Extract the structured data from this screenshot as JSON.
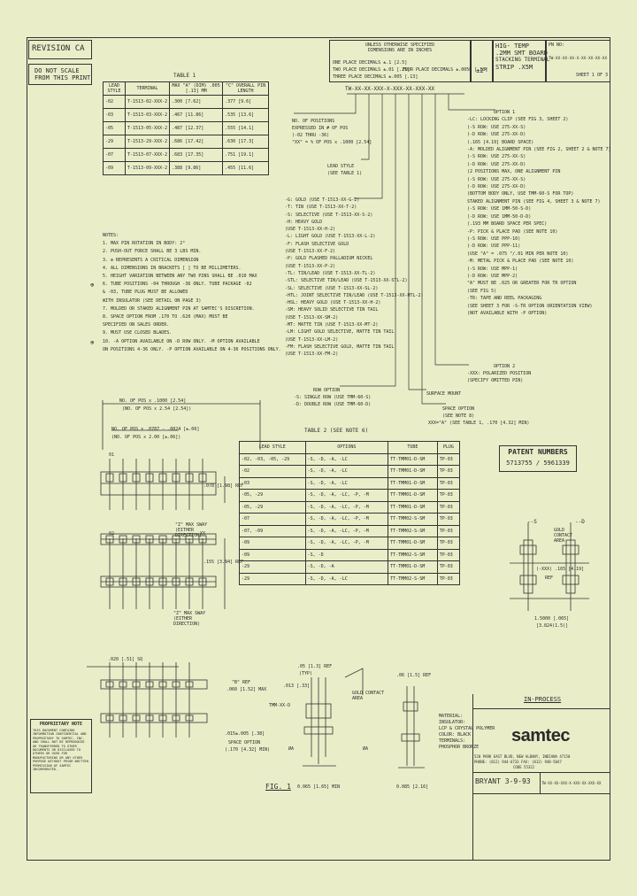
{
  "revision": "REVISION CA",
  "scale_note": [
    "DO NOT SCALE",
    "FROM THIS PRINT"
  ],
  "tolerance": {
    "header_line1": "UNLESS OTHERWISE SPECIFIED",
    "header_line2": "DIMENSIONS ARE IN INCHES",
    "lines": [
      "ONE PLACE DECIMALS ±.1 [2.5]",
      "TWO PLACE DECIMALS ±.01 [.25]",
      "THREE PLACE DECIMALS ±.005 [.13]",
      "FOUR PLACE DECIMALS ±.0050 [.13]"
    ],
    "angle": "±2°"
  },
  "title": {
    "lines": [
      "HIG- TEMP",
      ".2MM SMT BOARD",
      "STACKING TERMINAL",
      "STRIP .X5M"
    ],
    "pn_label": "PN NO:",
    "pn": "TW-XX-XX-XX-X-XX-XX-XX-XX",
    "sheet": "SHEET 1 OF 3"
  },
  "table1": {
    "title": "TABLE 1",
    "headers": [
      "LEAD STYLE",
      "TERMINAL",
      "MAX \"A\" (DIM) .005 [.13] MM",
      "\"C\" OVERALL PIN LENGTH"
    ],
    "rows": [
      [
        "-02",
        "T-1513-02-XXX-2",
        ".300 [7.62]",
        ".377 [9.6]"
      ],
      [
        "-03",
        "T-1513-03-XXX-2",
        ".467 [11.86]",
        ".535 [13.6]"
      ],
      [
        "-05",
        "T-1513-05-XXX-2",
        ".487 [12.37]",
        ".555 [14.1]"
      ],
      [
        "-29",
        "T-1513-29-XXX-2",
        ".686 [17.42]",
        ".630 [17.3]"
      ],
      [
        "-07",
        "T-1513-07-XXX-2",
        ".683 [17.35]",
        ".751 [19.1]"
      ],
      [
        "-09",
        "T-1513-09-XXX-2",
        ".388 [9.86]",
        ".455 [11.6]"
      ]
    ]
  },
  "notes": [
    "NOTES:",
    "1. MAX PIN ROTATION IN BODY: 2°",
    "2. PUSH-OUT FORCE SHALL BE 3 LBS MIN.",
    "3. ⊕ REPRESENTS A CRITICAL DIMENSION",
    "4. ALL DIMENSIONS IN BRACKETS [ ] TO BE MILLIMETERS.",
    "5. HEIGHT VARIATION BETWEEN ANY TWO PINS SHALL BE .010 MAX",
    "6. TUBE POSITIONS -04 THROUGH -36 ONLY. TUBE PACKAGE -02",
    "   & -03, TUBE PLUG MUST BE ALLOWED",
    "   WITH INSULATOR (SEE DETAIL ON PAGE 3)",
    "7. MOLDED OR STAKED ALIGNMENT PIN AT SAMTEC'S DISCRETION.",
    "8. SPACE OPTION FROM .170 TO .620 (MAX) MUST BE",
    "   SPECIFIED ON SALES ORDER.",
    "9. MUST USE CLOSED BLADES.",
    "10. -A OPTION AVAILABLE ON -D ROW ONLY. -M OPTION AVAILABLE",
    "    ON POSITIONS 4-36 ONLY. -P OPTION AVAILABLE ON 4-36 POSITIONS ONLY."
  ],
  "callout_center": {
    "pn": "TW-XX-XX-XXX-X-XXX-XX-XXX-XX",
    "positions": [
      "NO. OF POSITIONS",
      "EXPRESSED IN # OF POS",
      "(-02 THRU -36)",
      "\"XX\" = % OF POS x .1000 [2.54]"
    ],
    "lead_style": [
      "LEAD STYLE",
      "(SEE TABLE 1)"
    ],
    "plating": [
      "-G: GOLD (USE T-1513-XX-G-2)",
      "-T: TIN (USE T-1513-XX-T-2)",
      "-S: SELECTIVE (USE T-1513-XX-S-2)",
      "-H: HEAVY GOLD",
      "   (USE T-1513-XX-H-2)",
      "-L: LIGHT GOLD (USE T-1513-XX-L-2)",
      "-F: FLASH SELECTIVE GOLD",
      "   (USE T-1513-XX-F-2)",
      "-P: GOLD FLASHED PALLADIUM NICKEL",
      "   (USE T-1513-XX-P-2)",
      "-TL: TIN/LEAD (USE T-1513-XX-TL-2)",
      "-STL: SELECTIVE TIN/LEAD (USE T-1513-XX-STL-2)",
      "-SL: SELECTIVE (USE T-1513-XX-SL-2)",
      "-HTL: JOINT SELECTIVE TIN/LEAD (USE T-1513-XX-HTL-2)",
      "-HSL: HEAVY GOLD (USE T-1513-XX-H-2)",
      "-SM: HEAVY SOLID SELECTIVE TIN TAIL",
      "   (USE T-1513-XX-SM-2)",
      "-MT: MATTE TIN (USE T-1513-XX-MT-2)",
      "-LM: LIGHT GOLD SELECTIVE, MATTE TIN TAIL",
      "   (USE T-1513-XX-LM-2)",
      "-FM: FLASH SELECTIVE GOLD, MATTE TIN TAIL",
      "   (USE T-1513-XX-FM-2)"
    ],
    "row": [
      "ROW OPTION",
      "-S: SINGLE ROW (USE TMM-60-S)",
      "-D: DOUBLE ROW (USE TMM-60-D)"
    ],
    "surface": "SURFACE MOUNT",
    "space": [
      "SPACE OPTION",
      "(SEE NOTE 8)",
      "XXX=\"A\" (SEE TABLE 1, .170 [4.32] MIN)"
    ]
  },
  "options_right": {
    "opt1": [
      "OPTION 1",
      "-LC: LOCKING CLIP (SEE FIG 3, SHEET 2)",
      "   (-S ROW: USE 275-XX-S)",
      "   (-D ROW: USE 275-XX-D)",
      "   (.165 [4.19] BOARD SPACE)",
      "-A: MOLDED ALIGNMENT PIN (SEE FIG 2, SHEET 2 & NOTE 7)",
      "   (-S ROW: USE 275-XX-S)",
      "   (-D ROW: USE 275-XX-D)",
      "   (2 POSITIONS MAX, ONE ALIGNMENT PIN",
      "   (-S ROW: USE 275-XX-S)",
      "   (-D ROW: USE 275-XX-D)",
      "   (BOTTOM BODY ONLY, USE TMM-60-S FOR TOP)",
      "   STAKED ALIGNMENT PIN (SEE FIG 4, SHEET 3 & NOTE 7)",
      "   (-S ROW: USE 1MM-50-S-D)",
      "   (-D ROW: USE 1MM-50-D-D)",
      "   (.193 MM BOARD SPACE PER SPEC)",
      "-P: PICK & PLACE PAD (SEE NOTE 10)",
      "   (-S ROW: USE PPP-10)",
      "   (-D ROW: USE PPP-11)",
      "   (USE \"A\" = .075 \"/.01 MIN PER NOTE 10)",
      "-M: METAL PICK & PLACE PAD (SEE NOTE 10)",
      "   (-S ROW: USE MPP-1)",
      "   (-D ROW: USE MPP-2)",
      "   \"A\" MUST BE .025 OR GREATER FOR TR OPTION",
      "   (SEE FIG 5)",
      "-TR: TAPE AND REEL PACKAGING",
      "   (SEE SHEET 3 FOR -S-TR OPTION ORIENTATION VIEW)",
      "   (NOT AVAILABLE WITH -P OPTION)"
    ],
    "opt2": [
      "OPTION 2",
      "-XXX: POLARIZED POSITION",
      "   (SPECIFY OMITTED PIN)"
    ]
  },
  "table2": {
    "title": "TABLE 2 (SEE NOTE 6)",
    "headers": [
      "LEAD STYLE",
      "OPTIONS",
      "TUBE",
      "PLUG"
    ],
    "rows": [
      [
        "-02, -03, -05, -29",
        "-S, -D, -A, -LC",
        "TT-TMM01-D-SM",
        "TP-03"
      ],
      [
        "-02",
        "-S, -D, -A, -LC",
        "TT-TMM01-D-SM",
        "TP-03"
      ],
      [
        "-03",
        "-S, -D, -A, -LC",
        "TT-TMM01-D-SM",
        "TP-03"
      ],
      [
        "-05, -29",
        "-S, -D, -A, -LC, -P, -M",
        "TT-TMM01-D-SM",
        "TP-03"
      ],
      [
        "-05, -29",
        "-S, -D, -A, -LC, -P, -M",
        "TT-TMM01-D-SM",
        "TP-03"
      ],
      [
        "-07",
        "-S, -D, -A, -LC, -P, -M",
        "TT-TMM02-S-SM",
        "TP-03"
      ],
      [
        "-07, -09",
        "-S, -D, -A, -LC, -P, -M",
        "TT-TMM02-S-SM",
        "TP-03"
      ],
      [
        "-09",
        "-S, -D, -A, -LC, -P, -M",
        "TT-TMM01-D-SM",
        "TP-03"
      ],
      [
        "-09",
        "-S, -D",
        "TT-TMM02-S-SM",
        "TP-03"
      ],
      [
        "-29",
        "-S, -D, -A",
        "TT-TMM01-D-SM",
        "TP-03"
      ],
      [
        "-29",
        "-S, -D, -A, -LC",
        "TT-TMM02-S-SM",
        "TP-03"
      ]
    ]
  },
  "patent": {
    "title": "PATENT NUMBERS",
    "numbers": "5713755 / 5961339"
  },
  "in_process": "IN-PROCESS",
  "proprietary": {
    "title": "PROPRIETARY NOTE",
    "body": "THIS DOCUMENT CONTAINS INFORMATION CONFIDENTIAL AND PROPRIETARY TO SAMTEC, INC. AND SHALL NOT BE REPRODUCED OR TRANSFERRED TO OTHER DOCUMENTS OR DISCLOSED TO OTHERS OR USED FOR MANUFACTURING OR ANY OTHER PURPOSE WITHOUT PRIOR WRITTEN PERMISSION OF SAMTEC INCORPORATED."
  },
  "material": [
    "MATERIAL:",
    "INSULATOR:",
    "LCP & CRYSTAL POLYMER",
    "COLOR: BLACK",
    "TERMINALS:",
    "PHOSPHOR BRONZE"
  ],
  "company": {
    "logo": "samtec",
    "address": "520 PARK EAST BLVD, NEW ALBANY, INDIANA 47150",
    "phone": "PHONE: (812) 944-6733   FAX: (812) 948-5047",
    "code": "CODE 55322"
  },
  "drawn": "BRYANT 3-9-93",
  "drawing_number": "TW-XX-XX-XXX-X-XXX-XX-XXX-XX",
  "fig1": "FIG. 1",
  "dims": {
    "pos_pitch": "NO. OF POS x .1000 [2.54]",
    "pos_pitch2": "(NO. OF POS x 2.54 [2.54])",
    "pos_pitch3": "NO. OF POS x .0787 - .0024 [±.06]",
    "pos_pitch4": "(NO. OF POS x 2.00 [±.06])",
    "height_ref": ".078 [1.98] REF",
    "max_sway": "\"Z\" MAX SWAY (EITHER DIRECTION)",
    "max_sway2": "\"Z\" MAX SWAY (EITHER DIRECTION)",
    "dim_155": ".155 [3.94] REF",
    "dim_020": ".020 [.51] SQ",
    "dim_b": "\"B\" REF",
    "dim_b2": ".060 [1.52] MAX",
    "dim_space": ".015±.005 [.38]",
    "space_opt": "SPACE OPTION",
    "space_opt2": "(.170 [4.32] MIN)",
    "dim_top1": ".05 [1.3] REF",
    "dim_top2": "(TYP)",
    "dim_top3": ".06 [1.5] REF",
    "dim_013": ".013 [.33]",
    "gold_contact": "GOLD CONTACT AREA",
    "tmm": "TMM-XX-D",
    "dia": "ØA",
    "dim_bottom1": "0.065 [1.65] MIN",
    "dim_bottom2": "0.085 [2.16]",
    "dim_165": "(-XXX) .165 [4.19]",
    "dim_ref": "REF",
    "dim_1500": "1.5000 [.065]",
    "dim_3824": "[3.824(1.5)]",
    "label_s": "--S",
    "label_d": "--D",
    "gold_area": "GOLD CONTACT AREA"
  }
}
